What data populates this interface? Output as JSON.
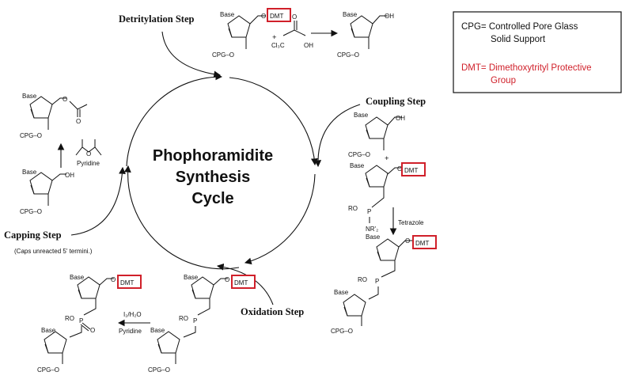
{
  "title": {
    "line1": "Phophoramidite",
    "line2": "Synthesis",
    "line3": "Cycle"
  },
  "steps": {
    "detritylation": "Detritylation Step",
    "coupling": "Coupling Step",
    "oxidation": "Oxidation Step",
    "capping": "Capping Step",
    "capping_note": "(Caps unreacted 5' termini.)"
  },
  "legend": {
    "cpg_line1": "CPG= Controlled Pore Glass",
    "cpg_line2": "Solid Support",
    "dmt_line1": "DMT= Dimethoxytrityl Protective",
    "dmt_line2": "Group"
  },
  "labels": {
    "base": "Base",
    "cpg_o": "CPG–O",
    "o": "O",
    "oh": "OH",
    "dmt": "DMT",
    "ro": "RO",
    "p": "P",
    "nr2": "NR'₂",
    "plus": "+",
    "cl3c": "Cl₃C",
    "tetrazole": "Tetrazole",
    "pyridine": "Pyridine",
    "i2_h2o": "I₂/H₂O"
  },
  "colors": {
    "accent_red": "#d0202a",
    "text": "#111111",
    "background": "#ffffff"
  }
}
